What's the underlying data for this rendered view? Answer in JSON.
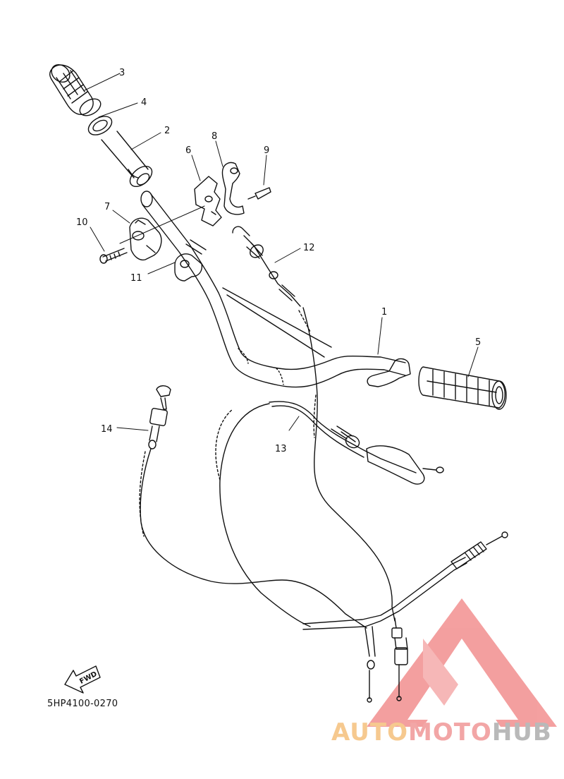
{
  "diagram": {
    "callouts": [
      "1",
      "2",
      "3",
      "4",
      "5",
      "6",
      "7",
      "8",
      "9",
      "10",
      "11",
      "12",
      "13",
      "14"
    ],
    "fwd_label": "FWD",
    "part_code": "5HP4100-0270"
  },
  "watermark": {
    "part1": "AUTO",
    "part2": "MOTO",
    "part3": "HUB",
    "colors": {
      "auto": "#f6c98f",
      "moto": "#f2a6a6",
      "hub": "#b9b9b9",
      "logo": "#f08080"
    }
  }
}
